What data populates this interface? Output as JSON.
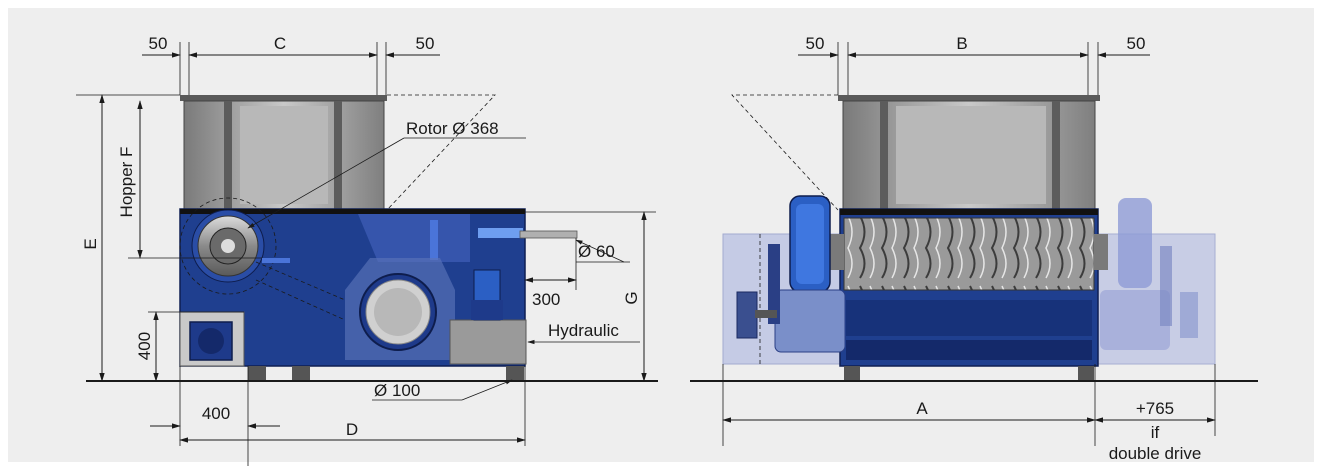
{
  "colors": {
    "panel_bg": "#eeeeee",
    "machine_blue": "#1f3f8f",
    "machine_dark": "#14296a",
    "hopper_gray": "#8c8c8c",
    "hopper_light": "#c8c8c8",
    "ghost_blue": "#9aa6d4"
  },
  "side_view": {
    "dim_c": "C",
    "dim_top_left": "50",
    "dim_top_right": "50",
    "rotor": "Rotor Ø 368",
    "hopper": "Hopper F",
    "dim_e": "E",
    "dim_g": "G",
    "shaft": "Ø 60",
    "dim_300": "300",
    "hydraulic": "Hydraulic",
    "dim_400_v": "400",
    "foot": "Ø 100",
    "dim_400_h": "400",
    "dim_d": "D"
  },
  "front_view": {
    "dim_b": "B",
    "dim_top_left": "50",
    "dim_top_right": "50",
    "dim_a": "A",
    "extra": "+765",
    "extra_note_1": "if",
    "extra_note_2": "double drive"
  }
}
